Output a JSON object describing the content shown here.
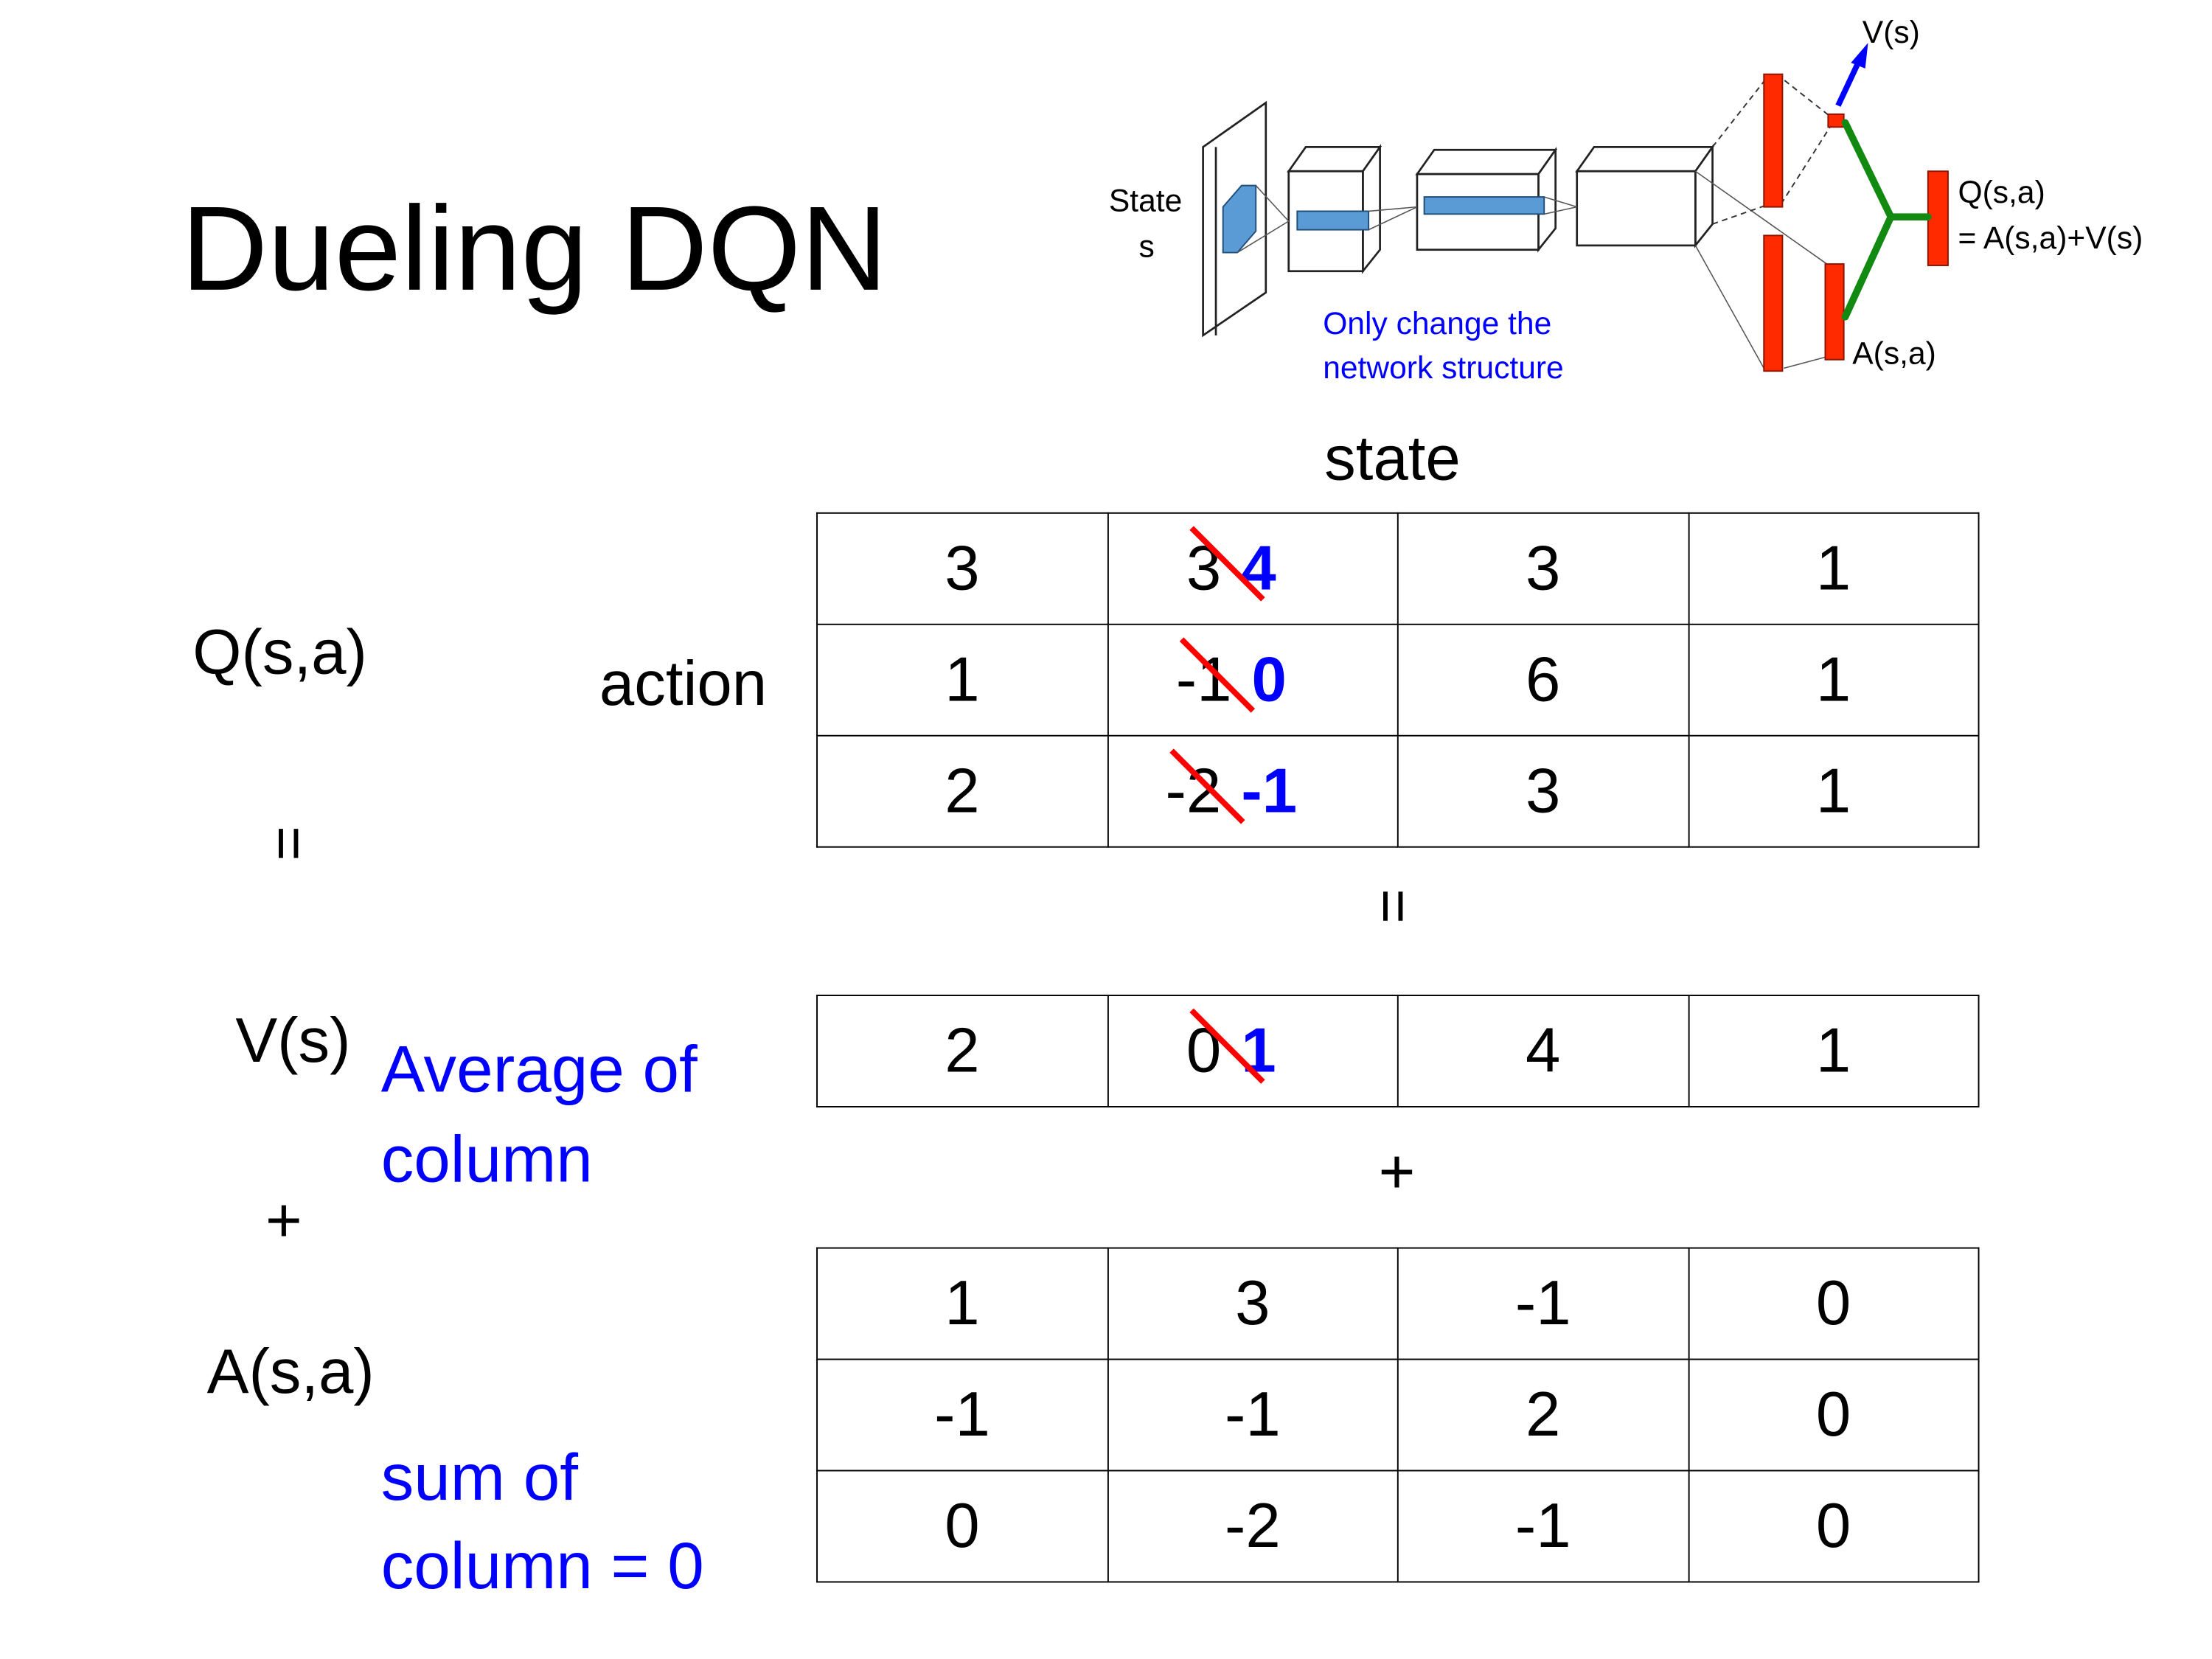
{
  "title": "Dueling DQN",
  "diagram": {
    "state_label": "State",
    "state_symbol": "s",
    "value_label": "V(s)",
    "q_label": "Q(s,a)",
    "q_formula": "= A(s,a)+V(s)",
    "advantage_label": "A(s,a)",
    "note_line1": "Only change the",
    "note_line2": "network structure",
    "colors": {
      "conv": "#5b9bd5",
      "fc": "#ff2a00",
      "combine": "#128a12",
      "arrow": "#0000ff"
    }
  },
  "labels": {
    "state": "state",
    "action": "action",
    "q": "Q(s,a)",
    "v": "V(s)",
    "a": "A(s,a)",
    "equals": "=",
    "plus": "+",
    "v_note_line1": "Average of",
    "v_note_line2": "column",
    "a_note_line1": "sum of",
    "a_note_line2": "column = 0"
  },
  "q_table": [
    [
      {
        "v": "3"
      },
      {
        "old": "3",
        "new": "4"
      },
      {
        "v": "3"
      },
      {
        "v": "1"
      }
    ],
    [
      {
        "v": "1"
      },
      {
        "old": "-1",
        "new": "0"
      },
      {
        "v": "6"
      },
      {
        "v": "1"
      }
    ],
    [
      {
        "v": "2"
      },
      {
        "old": "-2",
        "new": "-1"
      },
      {
        "v": "3"
      },
      {
        "v": "1"
      }
    ]
  ],
  "v_table": [
    [
      {
        "v": "2"
      },
      {
        "old": "0",
        "new": "1"
      },
      {
        "v": "4"
      },
      {
        "v": "1"
      }
    ]
  ],
  "a_table": [
    [
      {
        "v": "1"
      },
      {
        "v": "3"
      },
      {
        "v": "-1"
      },
      {
        "v": "0"
      }
    ],
    [
      {
        "v": "-1"
      },
      {
        "v": "-1"
      },
      {
        "v": "2"
      },
      {
        "v": "0"
      }
    ],
    [
      {
        "v": "0"
      },
      {
        "v": "-2"
      },
      {
        "v": "-1"
      },
      {
        "v": "0"
      }
    ]
  ]
}
